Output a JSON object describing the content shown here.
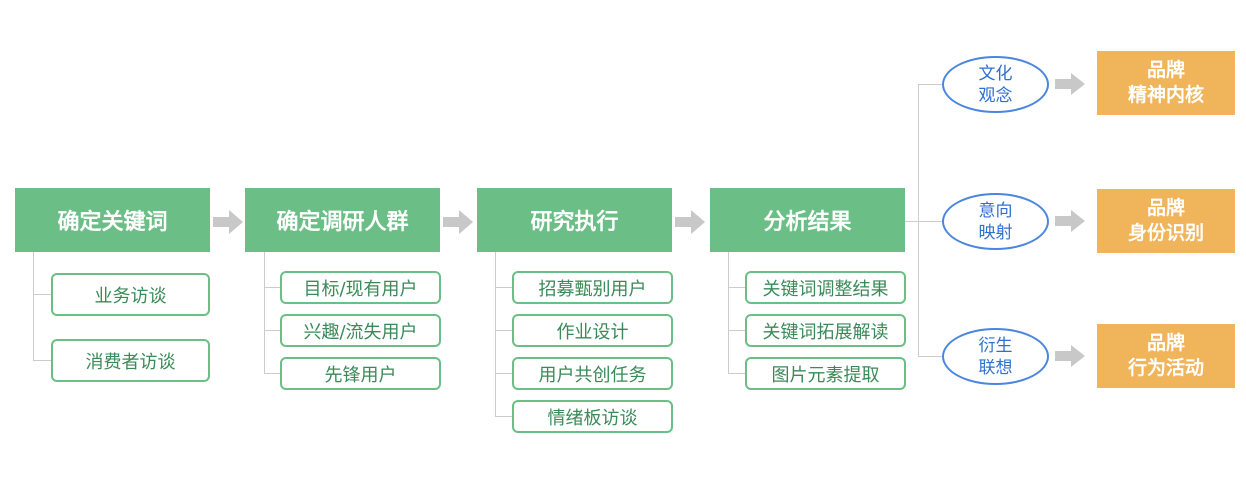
{
  "stages": [
    {
      "label": "确定关键词",
      "items": [
        "业务访谈",
        "消费者访谈"
      ]
    },
    {
      "label": "确定调研人群",
      "items": [
        "目标/现有用户",
        "兴趣/流失用户",
        "先锋用户"
      ]
    },
    {
      "label": "研究执行",
      "items": [
        "招募甄别用户",
        "作业设计",
        "用户共创任务",
        "情绪板访谈"
      ]
    },
    {
      "label": "分析结果",
      "items": [
        "关键词调整结果",
        "关键词拓展解读",
        "图片元素提取"
      ]
    }
  ],
  "outcomes": [
    {
      "oval": [
        "文化",
        "观念"
      ],
      "brand": [
        "品牌",
        "精神内核"
      ]
    },
    {
      "oval": [
        "意向",
        "映射"
      ],
      "brand": [
        "品牌",
        "身份识别"
      ]
    },
    {
      "oval": [
        "衍生",
        "联想"
      ],
      "brand": [
        "品牌",
        "行为活动"
      ]
    }
  ],
  "colors": {
    "stage": "#6bbf86",
    "oval_border": "#4a86e0",
    "brand": "#f0b45a",
    "arrow": "#c8c8c8"
  }
}
